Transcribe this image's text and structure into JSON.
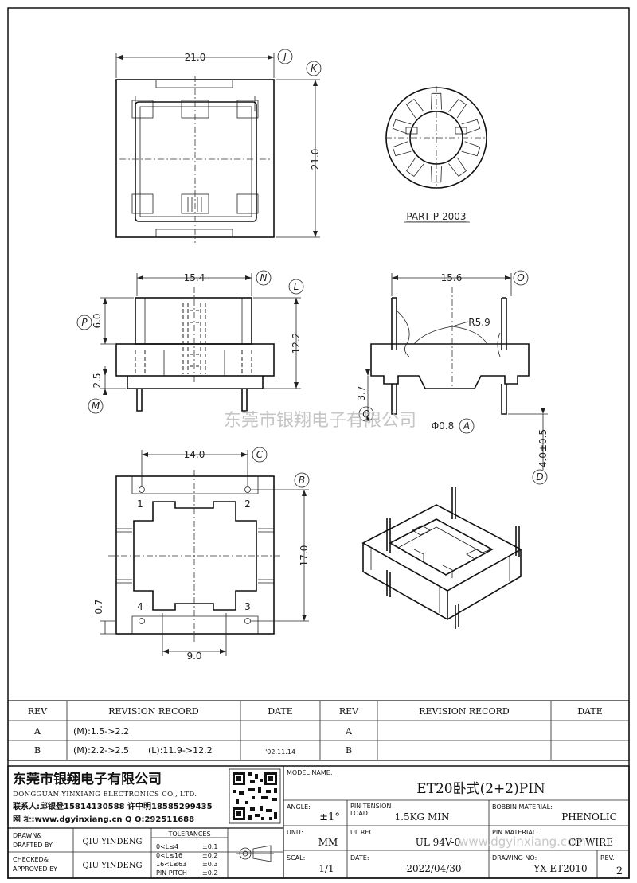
{
  "views": {
    "top": {
      "width_dim": "21.0",
      "height_dim": "21.0",
      "callout_j": "J",
      "callout_k": "K"
    },
    "part": {
      "label": "PART P-2003"
    },
    "front": {
      "width_dim": "15.4",
      "height_dim": "12.2",
      "upper_dim": "6.0",
      "lower_dim": "2.5",
      "callout_n": "N",
      "callout_l": "L",
      "callout_p": "P",
      "callout_m": "M"
    },
    "side": {
      "width_dim": "15.6",
      "radius_dim": "R5.9",
      "base_dim": "3.7",
      "pin_len_dim": "4.0±0.5",
      "pin_dia_dim": "Φ0.8",
      "callout_o": "O",
      "callout_q": "Q",
      "callout_a": "A",
      "callout_d": "D"
    },
    "bottom": {
      "pitch_dim": "14.0",
      "height_dim": "17.0",
      "slot_dim": "9.0",
      "edge_dim": "0.7",
      "callout_c": "C",
      "callout_b": "B",
      "pins": [
        "1",
        "2",
        "4",
        "3"
      ]
    }
  },
  "watermark": "东莞市银翔电子有限公司",
  "watermark2": "www.dgyinxiang.com",
  "revision_table": {
    "headers": [
      "REV",
      "REVISION RECORD",
      "DATE",
      "REV",
      "REVISION RECORD",
      "DATE"
    ],
    "rows": [
      {
        "rev": "A",
        "record": "(M):1.5->2.2",
        "record2": "",
        "date": "",
        "rev2": "A"
      },
      {
        "rev": "B",
        "record": "(M):2.2->2.5",
        "record2": "(L):11.9->12.2",
        "date": "'02.11.14",
        "rev2": "B"
      }
    ]
  },
  "company": {
    "name_cn": "东莞市银翔电子有限公司",
    "name_en": "DONGGUAN YINXIANG ELECTRONICS CO., LTD.",
    "contact": "联系人:邱银登15814130588  许中明18585299435",
    "web": "网   址:www.dgyinxiang.cn       Q  Q:292511688"
  },
  "title_block": {
    "model_name_label": "MODEL NAME:",
    "model_name": "ET20卧式(2+2)PIN",
    "angle_label": "ANGLE:",
    "angle": "±1°",
    "pin_tension_label": "PIN TENSION",
    "load_label": "LOAD:",
    "load": "1.5KG MIN",
    "bobbin_material_label": "BOBBIN MATERIAL:",
    "bobbin_material": "PHENOLIC",
    "drawn_label": "DRAWN&",
    "drafted_label": "DRAFTED BY",
    "drafted_by": "QIU YINDENG",
    "checked_label": "CHECKED&",
    "approved_label": "APPROVED BY",
    "approved_by": "QIU YINDENG",
    "tolerances_label": "TOLERANCES",
    "tolerances": [
      {
        "range": "0<L≤4",
        "value": "±0.1"
      },
      {
        "range": "0<L≤16",
        "value": "±0.2"
      },
      {
        "range": "16<L≤63",
        "value": "±0.3"
      },
      {
        "range": "PIN PITCH",
        "value": "±0.2"
      }
    ],
    "unit_label": "UNIT:",
    "unit": "MM",
    "ul_rec_label": "UL REC.",
    "ul_rec": "UL 94V-0",
    "pin_material_label": "PIN MATERIAL:",
    "pin_material": "CP WIRE",
    "scale_label": "SCAL:",
    "scale": "1/1",
    "date_label": "DATE:",
    "date": "2022/04/30",
    "drawing_no_label": "DRAWING NO:",
    "drawing_no": "YX-ET2010",
    "rev_label": "REV.",
    "rev": "2"
  }
}
